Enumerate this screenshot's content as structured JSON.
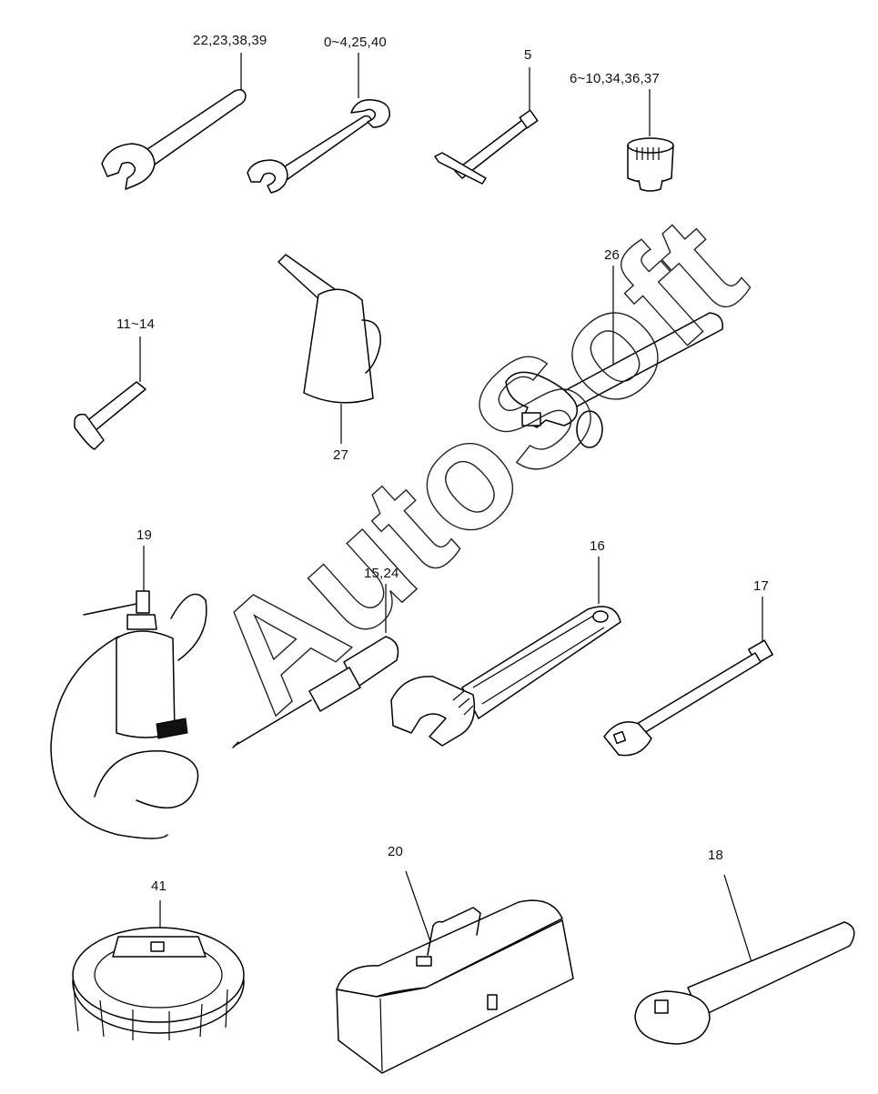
{
  "watermark": "AutoSoft",
  "parts": [
    {
      "id": "wrench-open-end-a",
      "label": "22,23,38,39",
      "icon": "open-end-wrench-icon"
    },
    {
      "id": "wrench-open-end-b",
      "label": "0~4,25,40",
      "icon": "double-open-end-wrench-icon"
    },
    {
      "id": "t-handle",
      "label": "5",
      "icon": "t-handle-wrench-icon"
    },
    {
      "id": "socket",
      "label": "6~10,34,36,37",
      "icon": "socket-icon"
    },
    {
      "id": "hex-key",
      "label": "11~14",
      "icon": "hex-key-icon"
    },
    {
      "id": "oil-can",
      "label": "27",
      "icon": "oil-can-icon"
    },
    {
      "id": "hammer",
      "label": "26",
      "icon": "hammer-icon"
    },
    {
      "id": "grease-gun",
      "label": "19",
      "icon": "grease-gun-icon"
    },
    {
      "id": "screwdriver",
      "label": "15,24",
      "icon": "screwdriver-icon"
    },
    {
      "id": "adjustable-wrench",
      "label": "16",
      "icon": "adjustable-wrench-icon"
    },
    {
      "id": "extension-bar",
      "label": "17",
      "icon": "extension-bar-icon"
    },
    {
      "id": "filter-wrench",
      "label": "41",
      "icon": "oil-filter-wrench-icon"
    },
    {
      "id": "toolbox",
      "label": "20",
      "icon": "toolbox-icon"
    },
    {
      "id": "ratchet",
      "label": "18",
      "icon": "ratchet-handle-icon"
    }
  ]
}
